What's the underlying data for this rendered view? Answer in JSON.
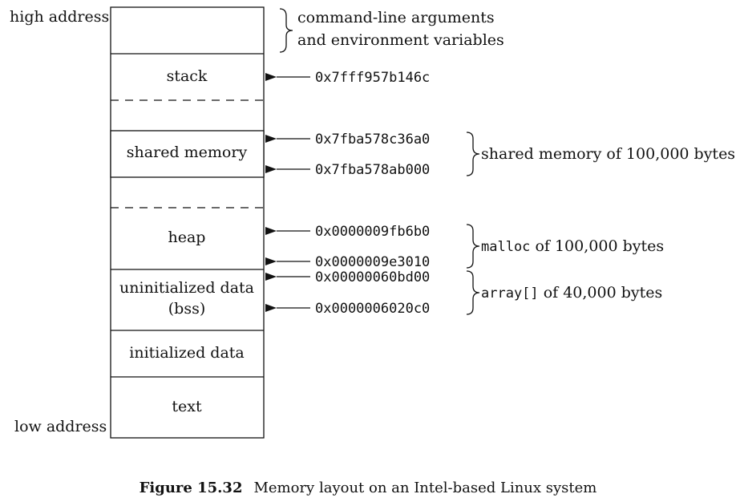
{
  "labels": {
    "high_address": "high address",
    "low_address": "low address"
  },
  "segments": {
    "stack": "stack",
    "shared_memory": "shared memory",
    "heap": "heap",
    "bss_line1": "uninitialized data",
    "bss_line2": "(bss)",
    "initialized_data": "initialized data",
    "text": "text"
  },
  "annotations": {
    "cmdline_line1": "command-line arguments",
    "cmdline_line2": "and environment variables",
    "shared_desc": "shared memory of 100,000 bytes",
    "malloc_code": "malloc",
    "malloc_desc": " of 100,000 bytes",
    "array_code": "array[]",
    "array_desc": " of 40,000 bytes"
  },
  "addresses": {
    "stack": "0x7fff957b146c",
    "shared_top": "0x7fba578c36a0",
    "shared_bottom": "0x7fba578ab000",
    "heap_top": "0x0000009fb6b0",
    "heap_bottom": "0x0000009e3010",
    "bss_top": "0x00000060bd00",
    "bss_bottom": "0x0000006020c0"
  },
  "caption": {
    "label": "Figure 15.32",
    "text": "Memory layout on an Intel-based Linux system"
  }
}
